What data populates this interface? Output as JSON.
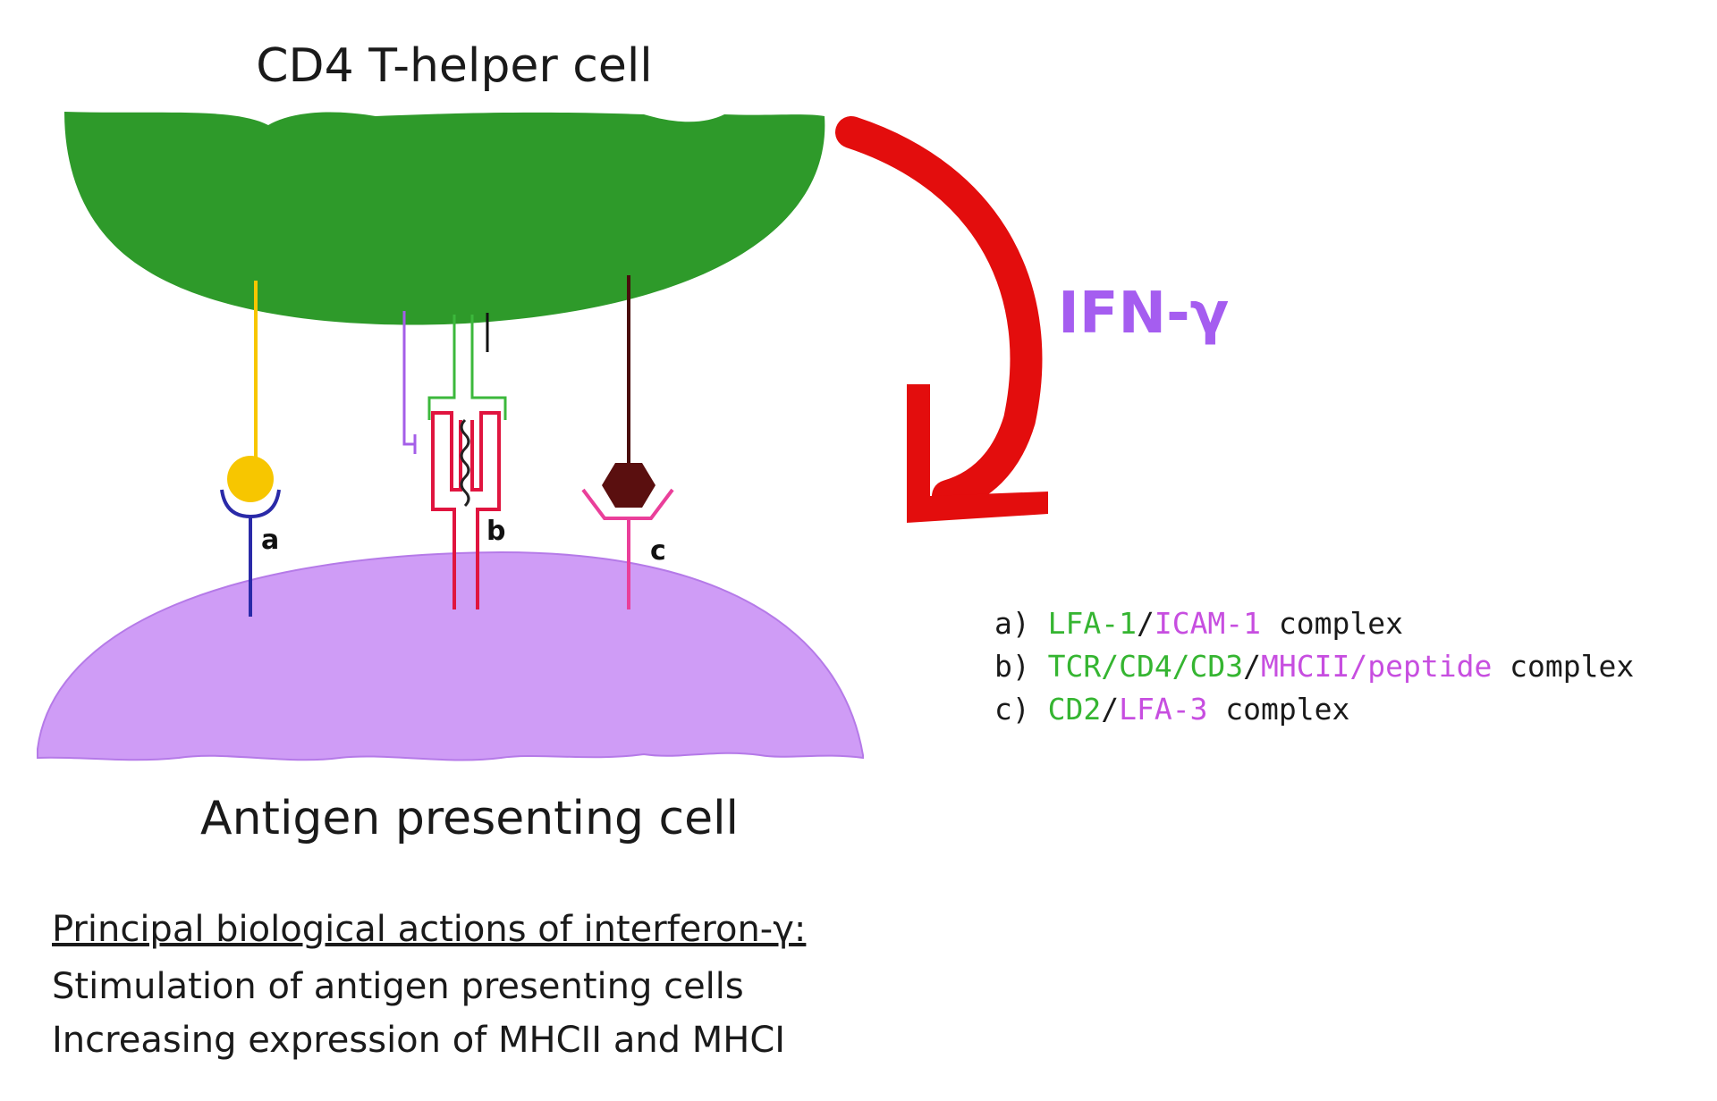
{
  "labels": {
    "top_cell": "CD4 T-helper cell",
    "bottom_cell": "Antigen presenting cell",
    "cytokine": "IFN-γ",
    "complex_a": "a",
    "complex_b": "b",
    "complex_c": "c"
  },
  "legend": [
    {
      "prefix": "a) ",
      "parts": [
        {
          "text": "LFA-1",
          "color": "green"
        },
        {
          "text": "/",
          "color": "black"
        },
        {
          "text": "ICAM-1",
          "color": "magenta"
        },
        {
          "text": " complex",
          "color": "black"
        }
      ]
    },
    {
      "prefix": "b) ",
      "parts": [
        {
          "text": "TCR/CD4/CD3",
          "color": "green"
        },
        {
          "text": "/",
          "color": "black"
        },
        {
          "text": "MHCII/peptide",
          "color": "magenta"
        },
        {
          "text": " complex",
          "color": "black"
        }
      ]
    },
    {
      "prefix": "c) ",
      "parts": [
        {
          "text": "CD2",
          "color": "green"
        },
        {
          "text": "/",
          "color": "black"
        },
        {
          "text": "LFA-3",
          "color": "magenta"
        },
        {
          "text": " complex",
          "color": "black"
        }
      ]
    }
  ],
  "actions": {
    "heading": "Principal biological actions of interferon-γ:",
    "items": [
      "Stimulation of antigen presenting cells",
      "Increasing expression of MHCII and MHCI"
    ]
  },
  "colors": {
    "t_cell": "#2e9a2a",
    "apc": "#cf9cf6",
    "ifn_arrow": "#e30d0d",
    "ifn_text": "#a55df0",
    "lfa1": "#f7c600",
    "icam1": "#2a2aa8",
    "mhc": "#e0153f",
    "tcr": "#3cb83c",
    "cd4": "#a45ee8",
    "cd2": "#4a0d0d",
    "lfa3": "#ea3f9a"
  }
}
